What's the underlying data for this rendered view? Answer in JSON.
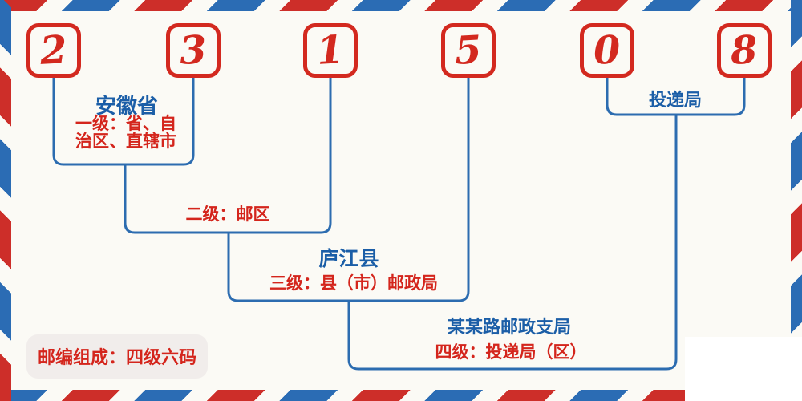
{
  "postal_code": {
    "value": "231508",
    "digits": [
      "2",
      "3",
      "1",
      "5",
      "0",
      "8"
    ]
  },
  "levels": {
    "level1": {
      "region": "安徽省",
      "desc_lines": [
        "一级：省、自",
        "治区、直辖市"
      ]
    },
    "level2": {
      "desc": "二级：邮区"
    },
    "level3": {
      "place": "庐江县",
      "desc": "三级：县（市）邮政局"
    },
    "level4": {
      "place": "某某路邮政支局",
      "desc": "四级：投递局（区）"
    },
    "delivery": {
      "label": "投递局"
    }
  },
  "note": {
    "text": "邮编组成：四级六码"
  },
  "colors": {
    "accent_red": "#d3291f",
    "text_red": "#d4251c",
    "text_blue": "#1b5ea7",
    "line_blue": "#2c6cb0",
    "stripe_red": "#cd2e29",
    "stripe_blue": "#2b6cb4",
    "note_bg": "#f1edeb",
    "page_bg": "#fbfaf5"
  }
}
